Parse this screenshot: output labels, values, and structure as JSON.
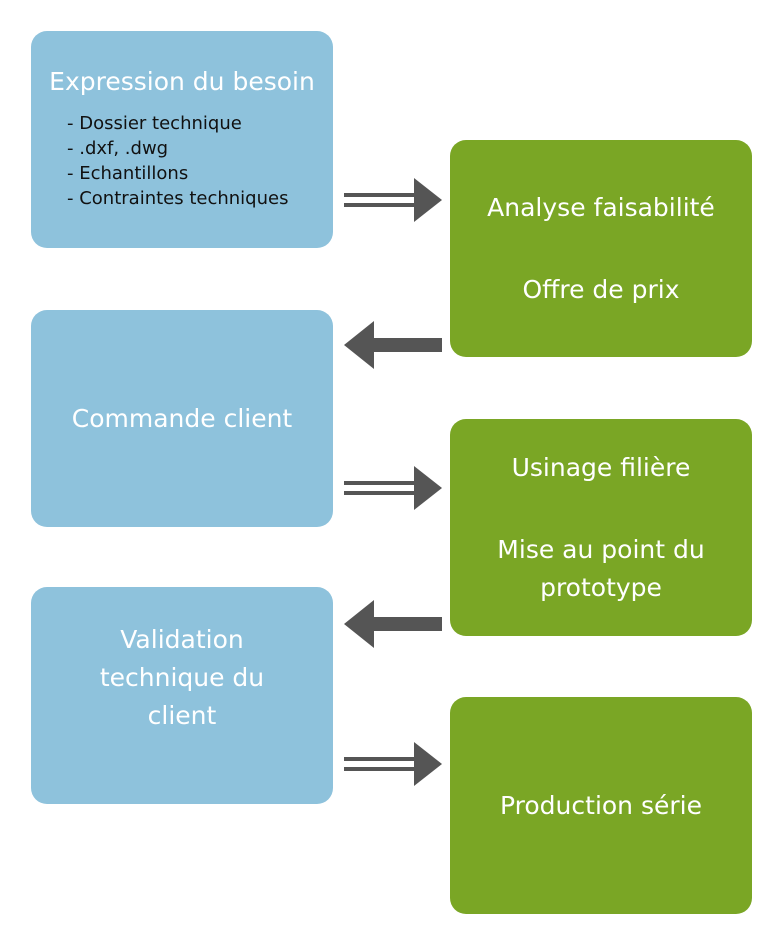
{
  "boxes": {
    "besoin": {
      "title": "Expression du besoin",
      "items": [
        "- Dossier technique",
        "- .dxf, .dwg",
        "- Echantillons",
        "- Contraintes techniques"
      ]
    },
    "analyse": {
      "line1": "Analyse faisabilité",
      "line2": "Offre de prix"
    },
    "commande": {
      "title": "Commande client"
    },
    "usinage": {
      "line1": "Usinage filière",
      "line2a": "Mise au point du",
      "line2b": "prototype"
    },
    "validation": {
      "line1": "Validation",
      "line2": "technique du",
      "line3": "client"
    },
    "production": {
      "title": "Production série"
    }
  },
  "colors": {
    "client_box": "#8ec2dc",
    "supplier_box": "#7aa625",
    "arrow": "#555555"
  }
}
